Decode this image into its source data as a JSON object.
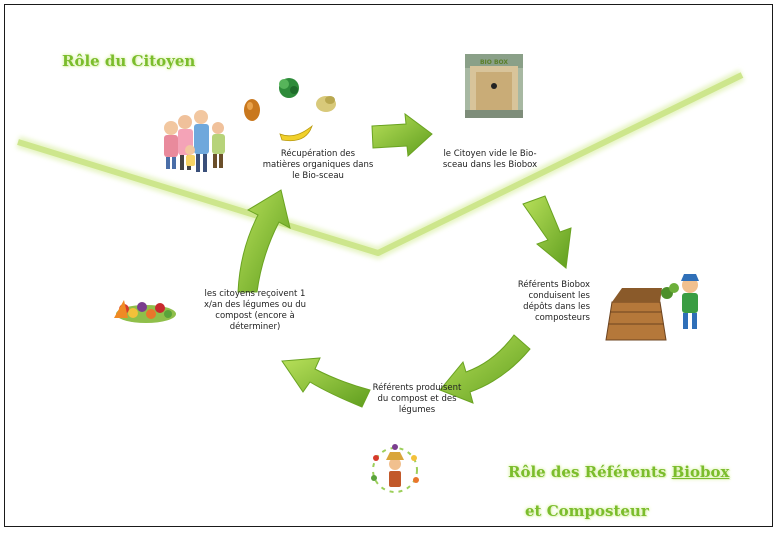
{
  "headings": {
    "citoyen": "Rôle du Citoyen",
    "referents_line1_prefix": "Rôle des Référents ",
    "referents_line1_underlined": "Biobox",
    "referents_line2": "et Composteur"
  },
  "steps": {
    "recuperation": "Récupération des matières organiques dans le Bio-sceau",
    "vide": "le Citoyen vide le Bio-sceau dans les Biobox",
    "conduisent": "Référents Biobox conduisent les dépôts dans les composteurs",
    "produisent": "Référents produisent du compost et des légumes",
    "recoivent": "les citoyens reçoivent 1 x/an des légumes ou du compost (encore à déterminer)"
  },
  "images": {
    "biobox_sign": "BIO BOX"
  },
  "colors": {
    "arrow_green": "#8cc63f",
    "heading_green": "#7bbd2c",
    "divider_green": "#d6ec9c"
  }
}
